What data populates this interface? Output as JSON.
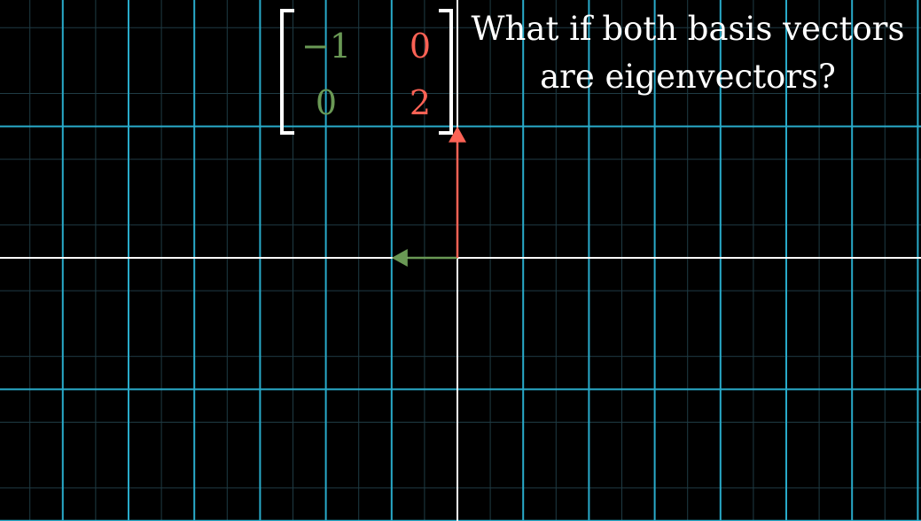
{
  "caption": {
    "line1": "What if both basis vectors",
    "line2": "are eigenvectors?"
  },
  "matrix": {
    "rows": [
      [
        "−1",
        "0"
      ],
      [
        "0",
        "2"
      ]
    ]
  },
  "vectors": {
    "i_hat": [
      -1,
      0
    ],
    "j_hat": [
      0,
      2
    ]
  },
  "grid": {
    "x_range": [
      -7,
      7
    ],
    "y_range": [
      -4,
      4
    ]
  },
  "colors": {
    "background": "#000000",
    "grid_major": "#29abca",
    "grid_minor": "#1f3b44",
    "axes": "#ffffff",
    "i_hat": "#6a9955",
    "j_hat": "#fc6255",
    "text": "#ffffff"
  }
}
